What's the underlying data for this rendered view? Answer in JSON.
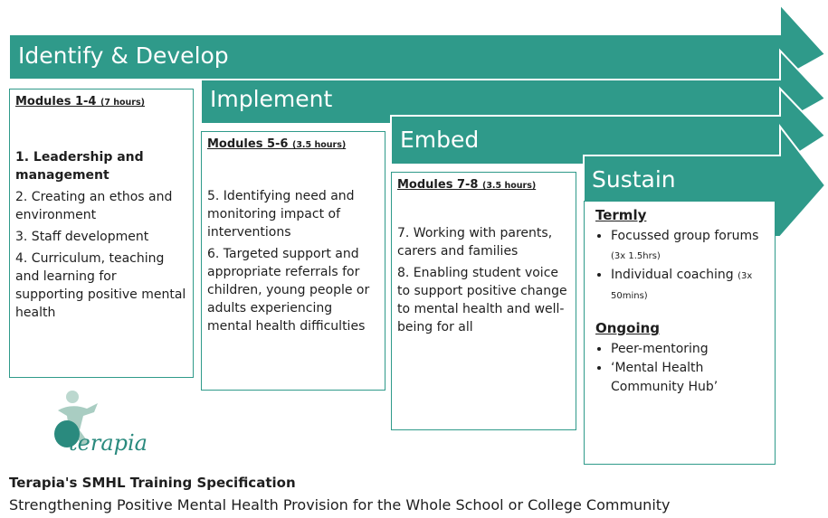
{
  "stages": [
    {
      "title": "Identify & Develop",
      "modules": "Modules 1-4",
      "hours": "(7 hours)",
      "items": [
        "1. Leadership and management",
        "2. Creating an ethos and environment",
        "3. Staff development",
        "4. Curriculum, teaching and learning for supporting positive mental health"
      ]
    },
    {
      "title": "Implement",
      "modules": "Modules 5-6",
      "hours": "(3.5 hours)",
      "items": [
        "5. Identifying need and monitoring impact of interventions",
        "6. Targeted support and appropriate referrals for children, young people or adults experiencing mental health difficulties"
      ]
    },
    {
      "title": "Embed",
      "modules": "Modules 7-8",
      "hours": "(3.5 hours)",
      "items": [
        "7. Working with parents, carers and families",
        "8. Enabling student voice to support positive change to mental health and well-being for all"
      ]
    },
    {
      "title": "Sustain",
      "termly": {
        "heading": "Termly",
        "items": [
          {
            "text": "Focussed group forums",
            "note": "(3x 1.5hrs)"
          },
          {
            "text": "Individual coaching",
            "note": "(3x 50mins)"
          }
        ]
      },
      "ongoing": {
        "heading": "Ongoing",
        "items": [
          "Peer-mentoring",
          "‘Mental Health Community Hub’"
        ]
      }
    }
  ],
  "logo": {
    "text": "terapia",
    "icon": "person-figure-logo-icon"
  },
  "caption": {
    "title": "Terapia's SMHL Training Specification",
    "subtitle": "Strengthening Positive Mental Health Provision for the Whole School or College Community"
  },
  "colors": {
    "teal": "#2f9a8a",
    "text": "#1e1e1e"
  }
}
